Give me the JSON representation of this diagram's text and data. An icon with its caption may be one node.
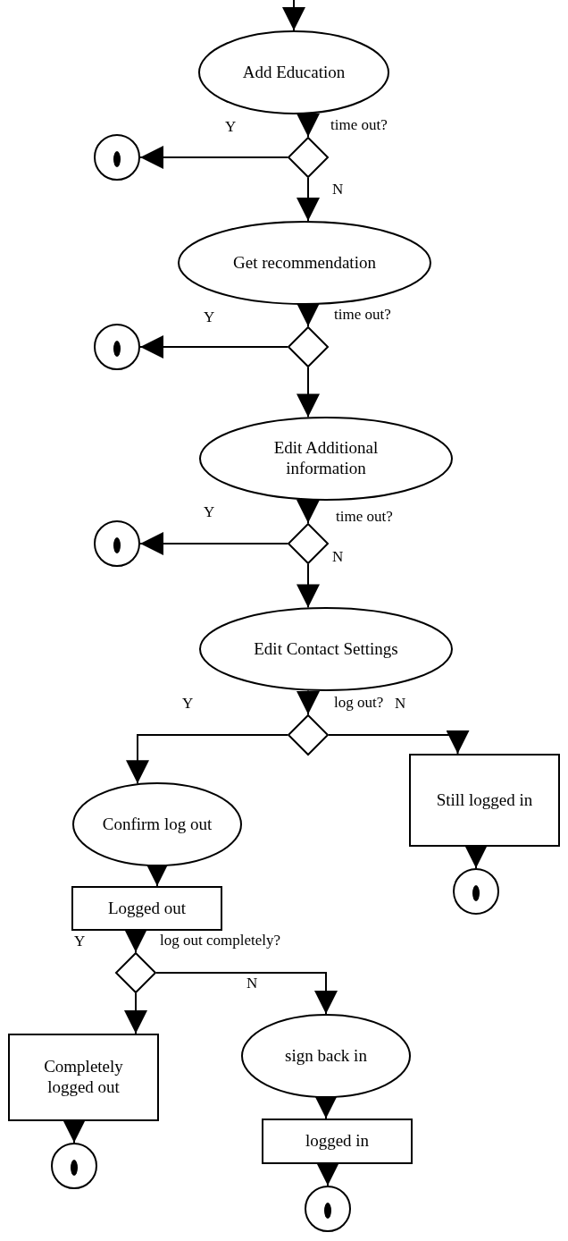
{
  "diagram": {
    "nodes": [
      {
        "text": [
          "Add Education"
        ]
      },
      {
        "text": [],
        "shape": "diamond",
        "beside": [
          "time out?"
        ]
      },
      {
        "text": [],
        "shape": "circle"
      },
      {
        "text": [
          "Get recommendation"
        ]
      },
      {
        "text": [],
        "shape": "diamond",
        "beside": [
          "time out?"
        ]
      },
      {
        "text": [],
        "shape": "circle"
      },
      {
        "text": [
          "Edit Additional information"
        ]
      },
      {
        "text": [],
        "shape": "diamond",
        "beside": [
          "time out?"
        ]
      },
      {
        "text": [],
        "shape": "circle"
      },
      {
        "text": [
          "Edit Contact Settings"
        ]
      },
      {
        "text": [],
        "shape": "diamond",
        "beside": [
          "log out?"
        ]
      },
      {
        "text": [
          "Confirm log out"
        ]
      },
      {
        "text": [
          "Still logged in"
        ]
      },
      {
        "text": [],
        "shape": "circle"
      },
      {
        "text": [
          "Logged out"
        ]
      },
      {
        "text": [],
        "shape": "diamond",
        "beside": [
          "log out completely?"
        ]
      },
      {
        "text": [
          "Completely logged out"
        ]
      },
      {
        "text": [
          "sign back in"
        ]
      },
      {
        "text": [
          "logged in"
        ]
      },
      {
        "text": [],
        "shape": "circle"
      },
      {
        "text": [],
        "shape": "circle"
      }
    ],
    "edges": [
      {
        "from": null,
        "to": 0,
        "arrow": "to"
      },
      {
        "from": 0,
        "to": 1,
        "arrow": "to"
      },
      {
        "from": 1,
        "to": 2,
        "arrow": "to",
        "label": "Y"
      },
      {
        "from": 1,
        "to": 3,
        "arrow": "to",
        "label": "N"
      },
      {
        "from": 3,
        "to": 4,
        "arrow": "to"
      },
      {
        "from": 4,
        "to": 5,
        "arrow": "to",
        "label": "Y"
      },
      {
        "from": 4,
        "to": 6,
        "arrow": "to"
      },
      {
        "from": 6,
        "to": 7,
        "arrow": "to"
      },
      {
        "from": 7,
        "to": 8,
        "arrow": "to",
        "label": "Y"
      },
      {
        "from": 7,
        "to": 9,
        "arrow": "to",
        "label": "N"
      },
      {
        "from": 9,
        "to": 10,
        "arrow": "to"
      },
      {
        "from": 10,
        "to": 11,
        "arrow": "to",
        "label": "Y"
      },
      {
        "from": 10,
        "to": 12,
        "arrow": "to",
        "label": "N"
      },
      {
        "from": 11,
        "to": 14,
        "arrow": "to"
      },
      {
        "from": 12,
        "to": 13,
        "arrow": "to"
      },
      {
        "from": 14,
        "to": 15,
        "arrow": "to"
      },
      {
        "from": 15,
        "to": 16,
        "arrow": "to",
        "label": "Y"
      },
      {
        "from": 15,
        "to": 17,
        "arrow": "to",
        "label": "N"
      },
      {
        "from": 16,
        "to": 19,
        "arrow": "to"
      },
      {
        "from": 17,
        "to": 18,
        "arrow": "to"
      },
      {
        "from": 18,
        "to": 20,
        "arrow": "to"
      }
    ]
  }
}
